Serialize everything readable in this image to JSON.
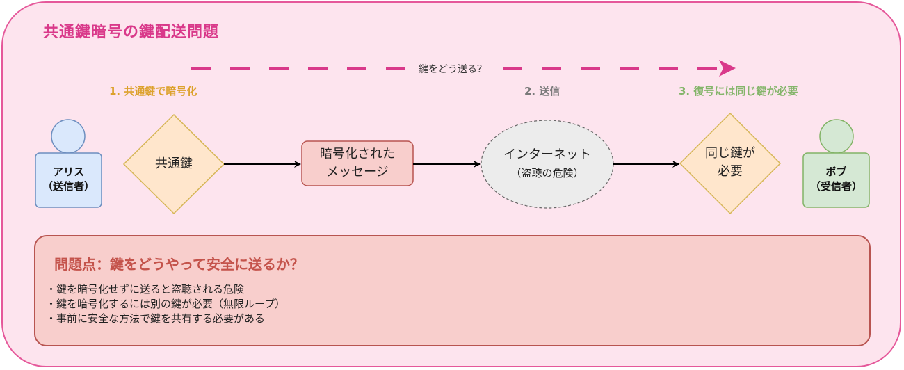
{
  "title": "共通鍵暗号の鍵配送問題",
  "top_arrow_label": "鍵をどう送る？",
  "steps": {
    "step1": "1. 共通鍵で暗号化",
    "step2": "2. 送信",
    "step3": "3. 復号には同じ鍵が必要"
  },
  "sender": {
    "line1": "アリス",
    "line2": "（送信者）"
  },
  "receiver": {
    "line1": "ボブ",
    "line2": "（受信者）"
  },
  "key_node": "共通鍵",
  "message_node": {
    "line1": "暗号化された",
    "line2": "メッセージ"
  },
  "internet_node": {
    "line1": "インターネット",
    "line2": "（盗聴の危険）"
  },
  "same_key_node": {
    "line1": "同じ鍵が",
    "line2": "必要"
  },
  "problem": {
    "title": "問題点：鍵をどうやって安全に送るか？",
    "items": [
      "・鍵を暗号化せずに送ると盗聴される危険",
      "・鍵を暗号化するには別の鍵が必要（無限ループ）",
      "・事前に安全な方法で鍵を共有する必要がある"
    ]
  },
  "colors": {
    "background": "#fde4ee",
    "accent": "#e5589a",
    "title": "#d9398a",
    "sender_fill": "#dae8fc",
    "receiver_fill": "#d5e8d4",
    "diamond_fill": "#ffe6cc",
    "message_fill": "#f8cecc",
    "problem_fill": "#f8cecc"
  }
}
